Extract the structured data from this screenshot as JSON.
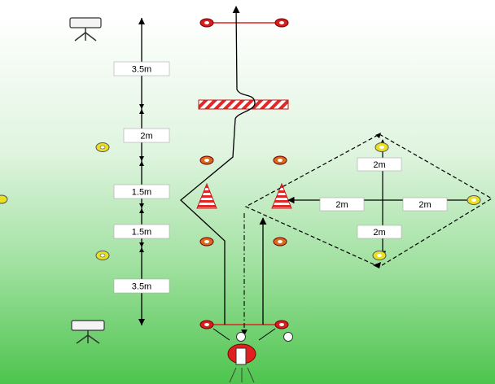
{
  "dimensions": {
    "vertical": [
      "3.5m",
      "2m",
      "1.5m",
      "1.5m",
      "3.5m"
    ],
    "box": {
      "top": "2m",
      "left": "2m",
      "right": "2m",
      "bottom": "2m"
    }
  },
  "colors": {
    "cone_red": "#d71d1d",
    "marker_yellow": "#e8e020",
    "gate_line": "#e02020",
    "path": "#000000"
  },
  "icons": [
    "camera-tripod-icon",
    "cone-icon",
    "barrier-icon",
    "vehicle-icon"
  ]
}
